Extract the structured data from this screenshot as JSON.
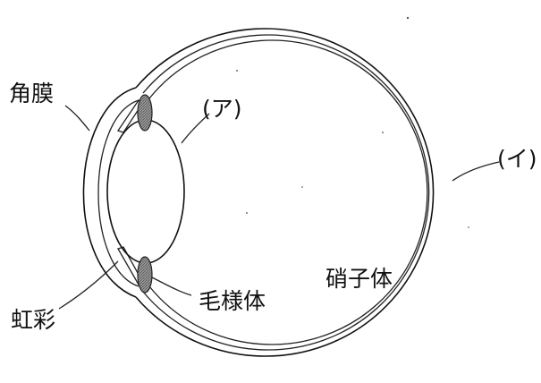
{
  "diagram": {
    "labels": {
      "cornea": "角膜",
      "lens_marker": "(ア)",
      "retina_marker": "(イ)",
      "iris": "虹彩",
      "ciliary_body": "毛様体",
      "vitreous_body": "硝子体"
    }
  }
}
